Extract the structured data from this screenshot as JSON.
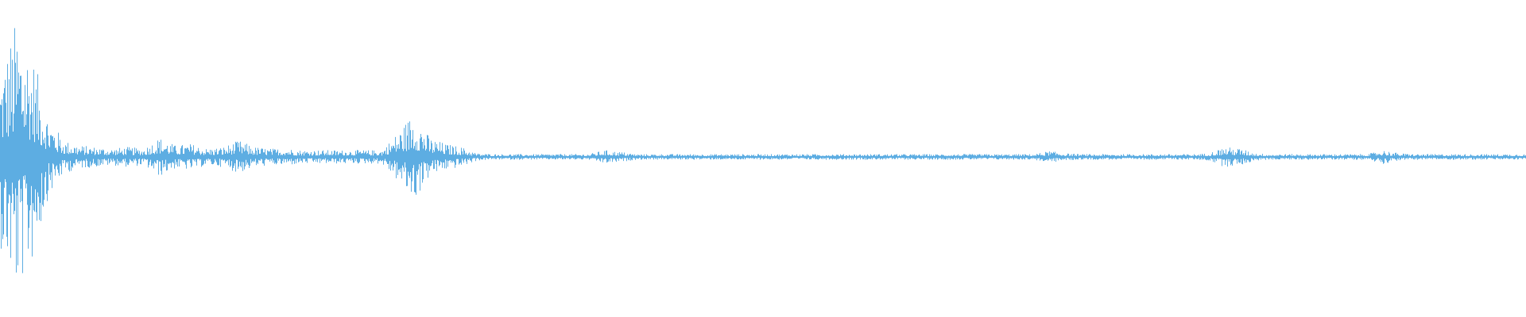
{
  "chart_data": {
    "type": "area",
    "title": "",
    "xlabel": "",
    "ylabel": "",
    "ylim": [
      -1,
      1
    ],
    "grid": false,
    "legend": "none",
    "color": "#5dade2",
    "background": "#ffffff",
    "envelope_bins": 96,
    "envelope": [
      0.55,
      0.85,
      0.65,
      0.25,
      0.1,
      0.07,
      0.06,
      0.05,
      0.06,
      0.05,
      0.12,
      0.07,
      0.08,
      0.05,
      0.06,
      0.1,
      0.06,
      0.05,
      0.05,
      0.04,
      0.04,
      0.04,
      0.04,
      0.04,
      0.04,
      0.15,
      0.28,
      0.12,
      0.08,
      0.06,
      0.02,
      0.015,
      0.015,
      0.015,
      0.015,
      0.015,
      0.015,
      0.015,
      0.04,
      0.03,
      0.015,
      0.015,
      0.015,
      0.015,
      0.015,
      0.015,
      0.015,
      0.015,
      0.015,
      0.015,
      0.015,
      0.015,
      0.015,
      0.015,
      0.015,
      0.015,
      0.015,
      0.015,
      0.015,
      0.015,
      0.015,
      0.015,
      0.015,
      0.015,
      0.015,
      0.015,
      0.035,
      0.02,
      0.015,
      0.015,
      0.015,
      0.015,
      0.015,
      0.015,
      0.015,
      0.015,
      0.02,
      0.06,
      0.05,
      0.02,
      0.015,
      0.015,
      0.015,
      0.015,
      0.015,
      0.015,
      0.015,
      0.04,
      0.02,
      0.015,
      0.015,
      0.015,
      0.015,
      0.015,
      0.015,
      0.015
    ]
  }
}
